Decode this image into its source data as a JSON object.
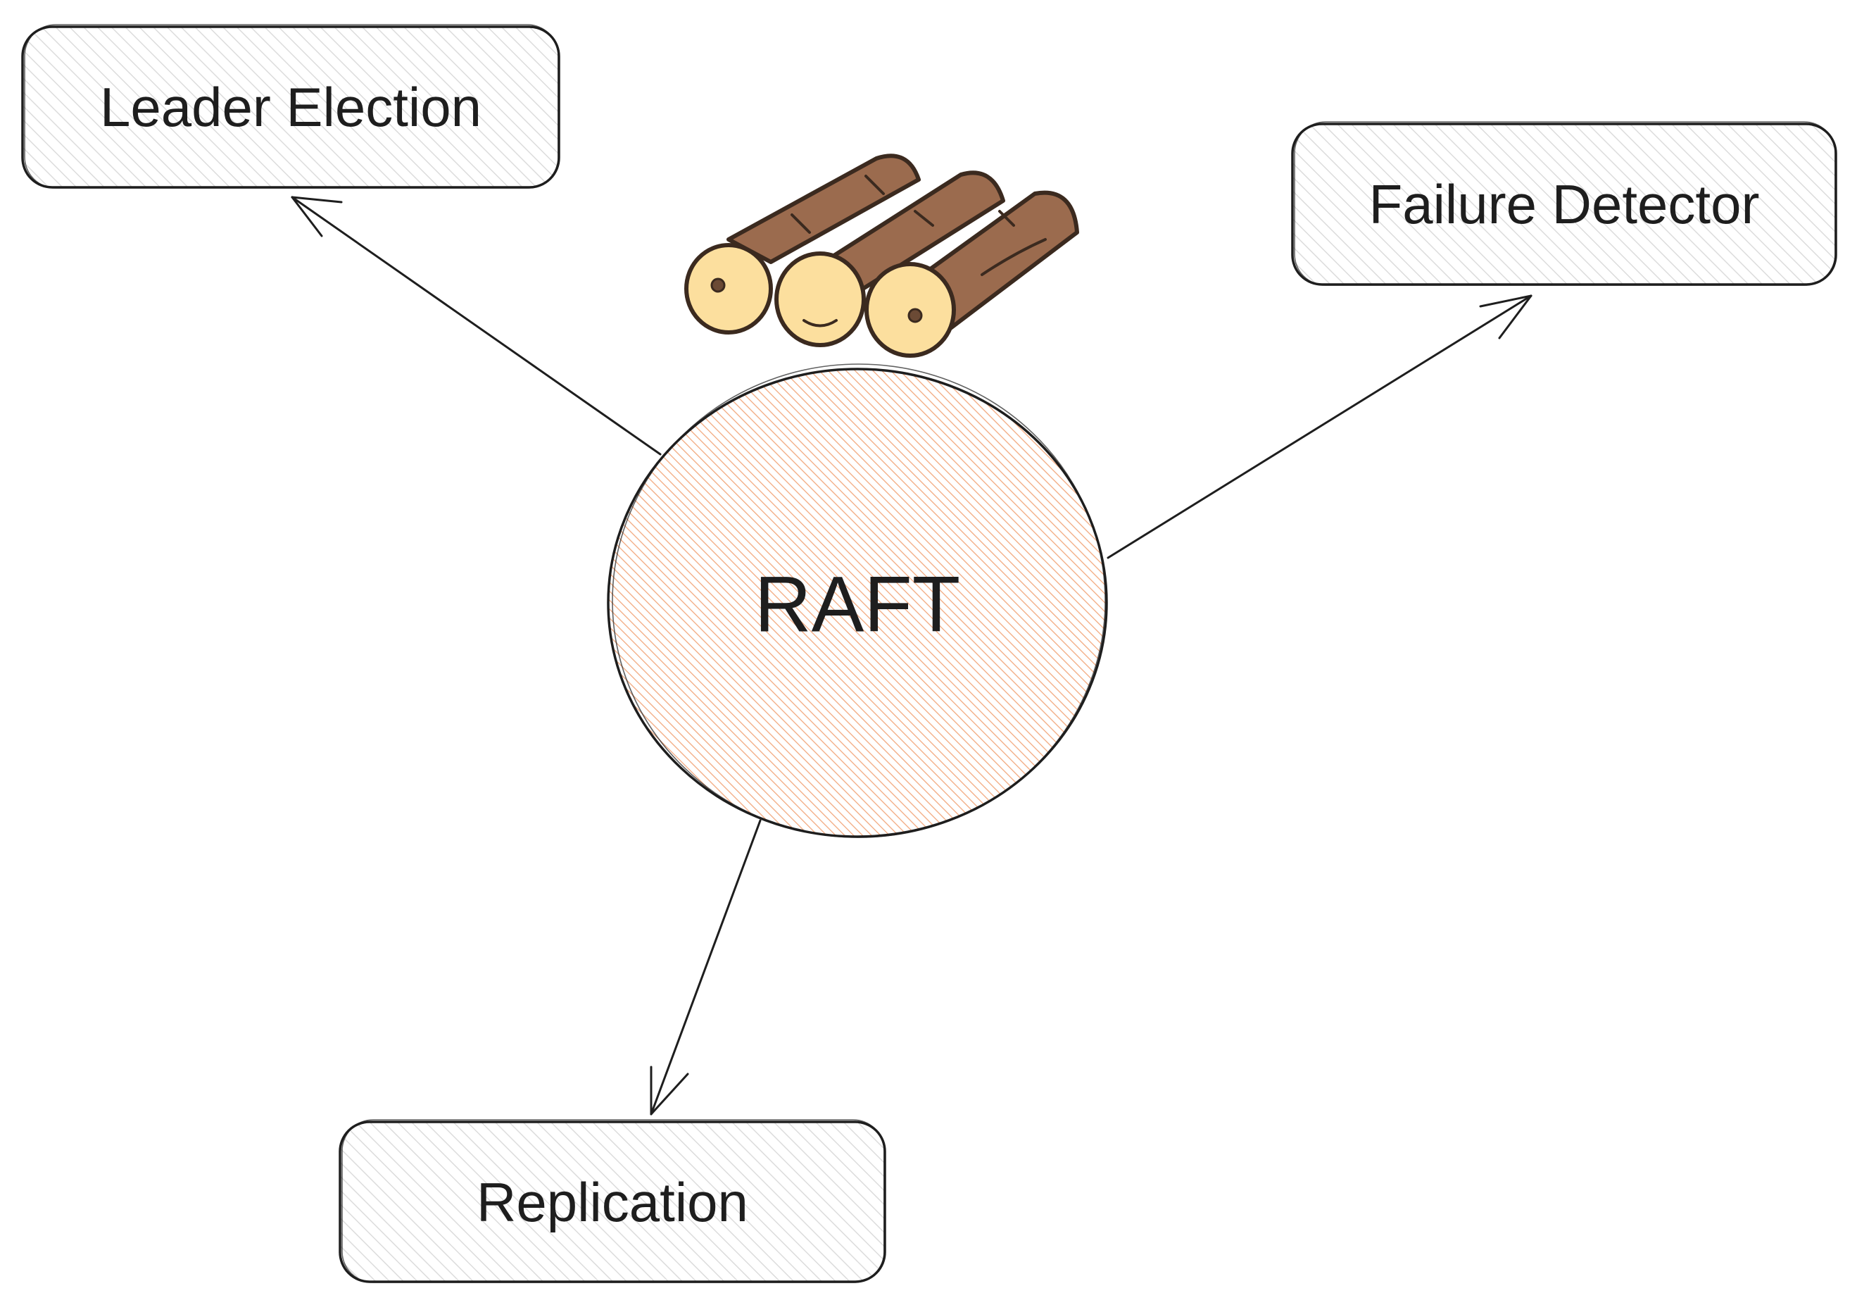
{
  "diagram": {
    "center": {
      "label": "RAFT",
      "fill_color": "#f4b08a"
    },
    "nodes": [
      {
        "id": "leader-election",
        "label": "Leader Election"
      },
      {
        "id": "failure-detector",
        "label": "Failure Detector"
      },
      {
        "id": "replication",
        "label": "Replication"
      }
    ],
    "logo": {
      "icon": "logs-icon",
      "wood_color": "#9b6b4e",
      "end_color": "#fcdf9e"
    },
    "stroke_color": "#1e1e1e",
    "box_hatch_color": "#d9d9d9"
  }
}
